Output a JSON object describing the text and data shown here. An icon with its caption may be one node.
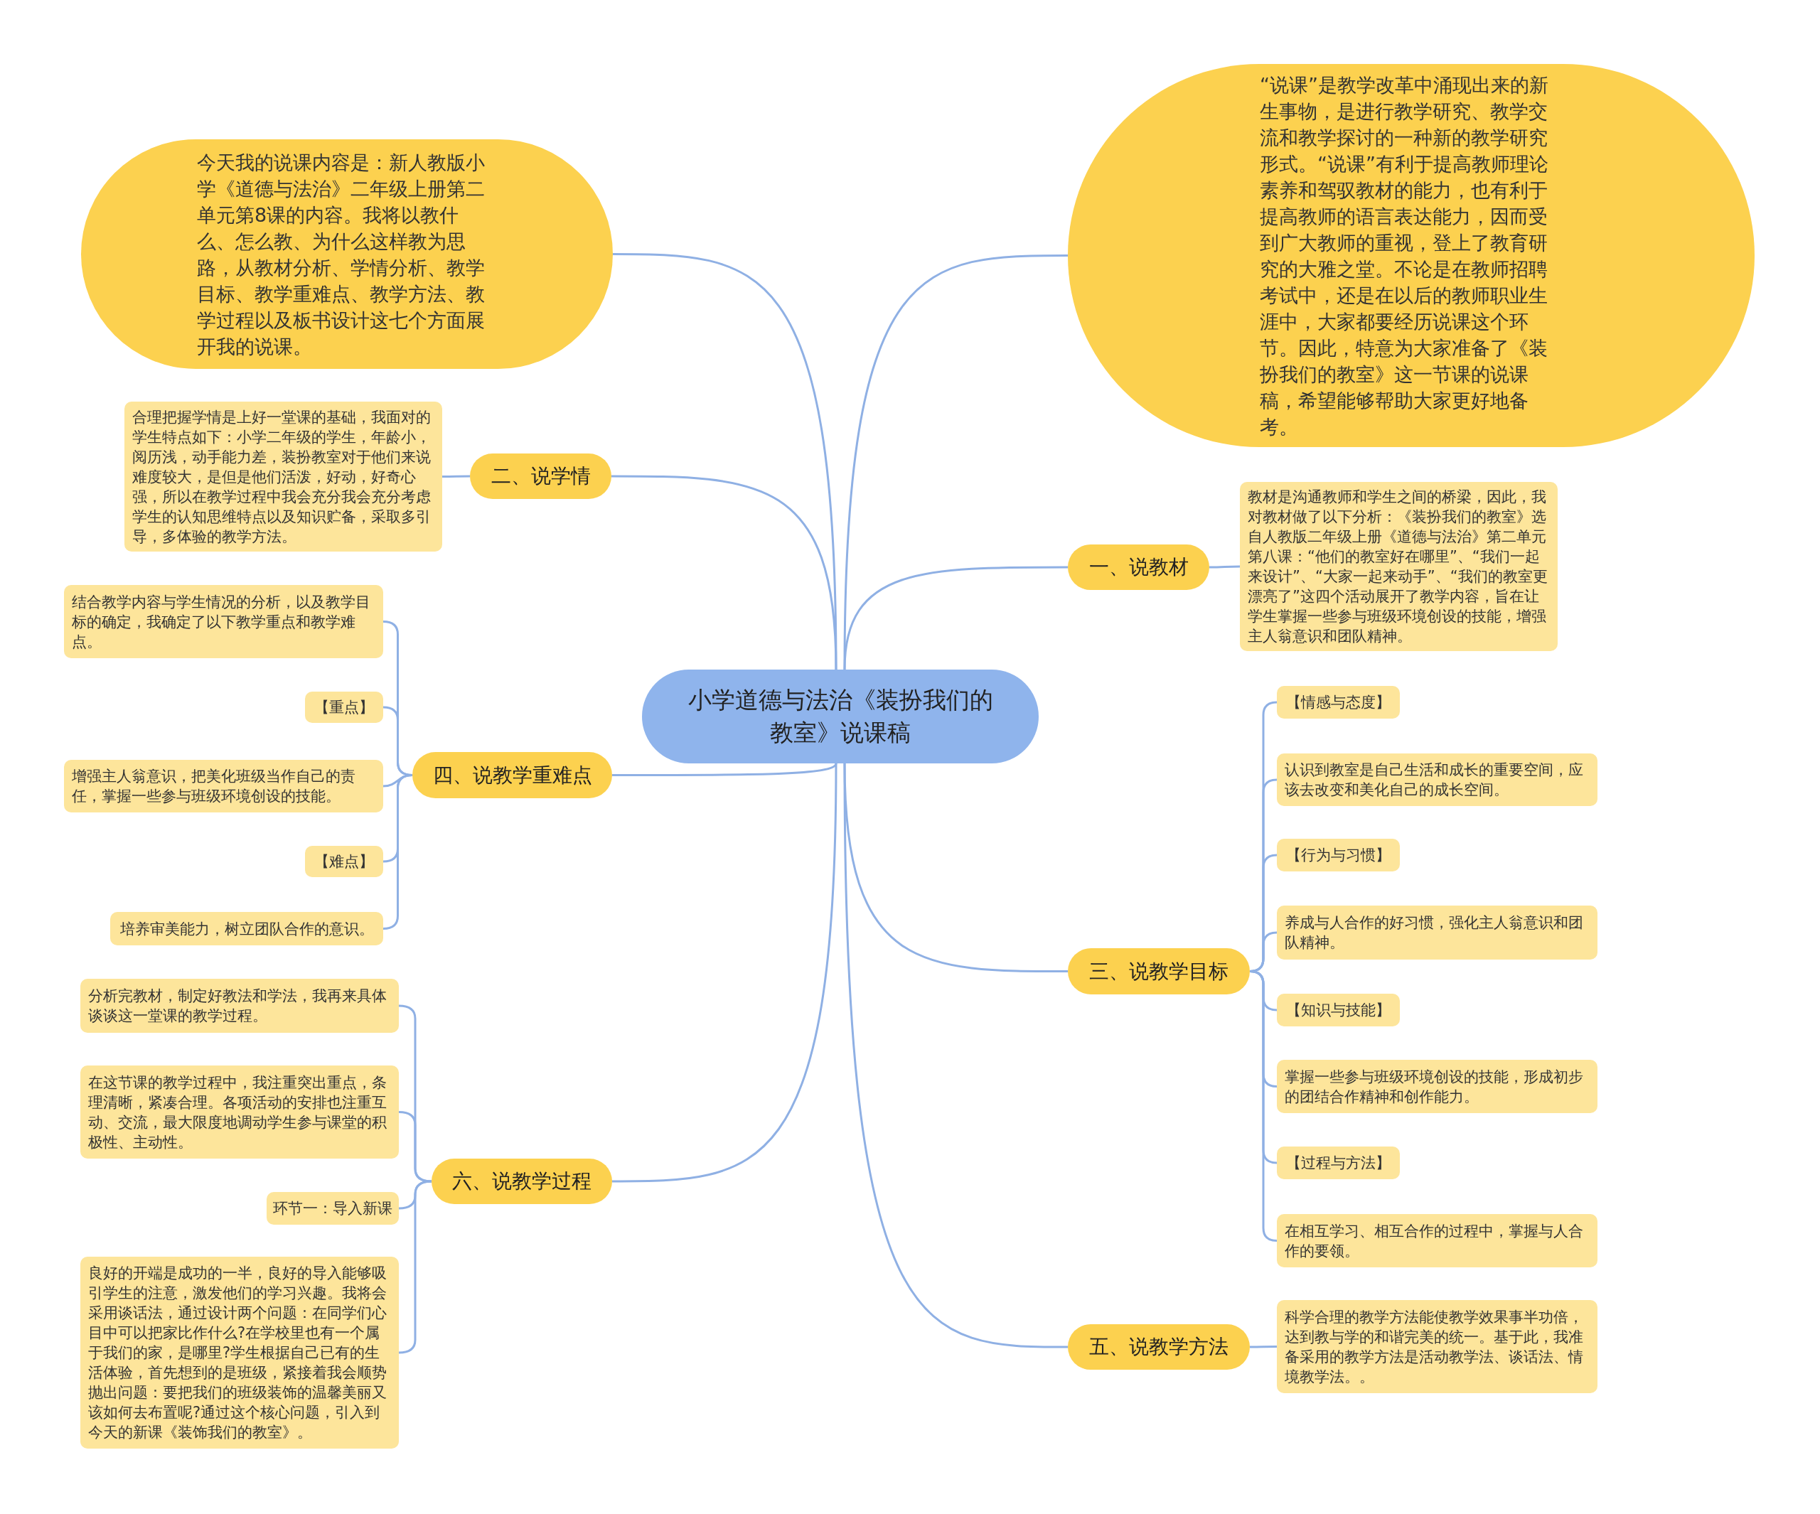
{
  "diagram": {
    "nodes": [
      {
        "text": [
          "小学道德与法治《装扮我们的教室》说课稿"
        ]
      },
      {
        "text": [
          "今天我的说课内容是：新人教版小学《道德与法治》二年级上册第二单元第8课的内容。我将以教什么、怎么教、为什么这样教为思路，从教材分析、学情分析、教学目标、教学重难点、教学方法、教学过程以及板书设计这七个方面展开我的说课。"
        ]
      },
      {
        "text": [
          "“说课”是教学改革中涌现出来的新生事物，是进行教学研究、教学交流和教学探讨的一种新的教学研究形式。“说课”有利于提高教师理论素养和驾驭教材的能力，也有利于提高教师的语言表达能力，因而受到广大教师的重视，登上了教育研究的大雅之堂。不论是在教师招聘考试中，还是在以后的教师职业生涯中，大家都要经历说课这个环节。因此，特意为大家准备了《装扮我们的教室》这一节课的说课稿，希望能够帮助大家更好地备考。"
        ]
      },
      {
        "text": [
          "二、说学情"
        ]
      },
      {
        "text": [
          "合理把握学情是上好一堂课的基础，我面对的学生特点如下：小学二年级的学生，年龄小，阅历浅，动手能力差，装扮教室对于他们来说难度较大，是但是他们活泼，好动，好奇心强，所以在教学过程中我会充分我会充分考虑学生的认知思维特点以及知识贮备，采取多引导，多体验的教学方法。"
        ]
      },
      {
        "text": [
          "四、说教学重难点"
        ]
      },
      {
        "text": [
          "结合教学内容与学生情况的分析，以及教学目标的确定，我确定了以下教学重点和教学难点。"
        ]
      },
      {
        "text": [
          "【重点】"
        ]
      },
      {
        "text": [
          "增强主人翁意识，把美化班级当作自己的责任，掌握一些参与班级环境创设的技能。"
        ]
      },
      {
        "text": [
          "【难点】"
        ]
      },
      {
        "text": [
          "培养审美能力，树立团队合作的意识。"
        ]
      },
      {
        "text": [
          "六、说教学过程"
        ]
      },
      {
        "text": [
          "分析完教材，制定好教法和学法，我再来具体谈谈这一堂课的教学过程。"
        ]
      },
      {
        "text": [
          "在这节课的教学过程中，我注重突出重点，条理清晰，紧凑合理。各项活动的安排也注重互动、交流，最大限度地调动学生参与课堂的积极性、主动性。"
        ]
      },
      {
        "text": [
          "环节一：导入新课"
        ]
      },
      {
        "text": [
          "良好的开端是成功的一半，良好的导入能够吸引学生的注意，激发他们的学习兴趣。我将会采用谈话法，通过设计两个问题：在同学们心目中可以把家比作什么?在学校里也有一个属于我们的家，是哪里?学生根据自己已有的生活体验，首先想到的是班级，紧接着我会顺势抛出问题：要把我们的班级装饰的温馨美丽又该如何去布置呢?通过这个核心问题，引入到今天的新课《装饰我们的教室》。"
        ]
      },
      {
        "text": [
          "一、说教材"
        ]
      },
      {
        "text": [
          "教材是沟通教师和学生之间的桥梁，因此，我对教材做了以下分析：《装扮我们的教室》选自人教版二年级上册《道德与法治》第二单元第八课：“他们的教室好在哪里”、“我们一起来设计”、“大家一起来动手”、“我们的教室更漂亮了”这四个活动展开了教学内容，旨在让学生掌握一些参与班级环境创设的技能，增强主人翁意识和团队精神。"
        ]
      },
      {
        "text": [
          "三、说教学目标"
        ]
      },
      {
        "text": [
          "【情感与态度】"
        ]
      },
      {
        "text": [
          "认识到教室是自己生活和成长的重要空间，应该去改变和美化自己的成长空间。"
        ]
      },
      {
        "text": [
          "【行为与习惯】"
        ]
      },
      {
        "text": [
          "养成与人合作的好习惯，强化主人翁意识和团队精神。"
        ]
      },
      {
        "text": [
          "【知识与技能】"
        ]
      },
      {
        "text": [
          "掌握一些参与班级环境创设的技能，形成初步的团结合作精神和创作能力。"
        ]
      },
      {
        "text": [
          "【过程与方法】"
        ]
      },
      {
        "text": [
          "在相互学习、相互合作的过程中，掌握与人合作的要领。"
        ]
      },
      {
        "text": [
          "五、说教学方法"
        ]
      },
      {
        "text": [
          "科学合理的教学方法能使教学效果事半功倍，达到教与学的和谐完美的统一。基于此，我准备采用的教学方法是活动教学法、谈话法、情境教学法。。"
        ]
      }
    ],
    "edges": [
      {
        "from": 0,
        "to": 1,
        "arrow": "none"
      },
      {
        "from": 0,
        "to": 2,
        "arrow": "none"
      },
      {
        "from": 0,
        "to": 3,
        "arrow": "none"
      },
      {
        "from": 3,
        "to": 4,
        "arrow": "none"
      },
      {
        "from": 0,
        "to": 5,
        "arrow": "none"
      },
      {
        "from": 5,
        "to": 6,
        "arrow": "none"
      },
      {
        "from": 5,
        "to": 7,
        "arrow": "none"
      },
      {
        "from": 5,
        "to": 8,
        "arrow": "none"
      },
      {
        "from": 5,
        "to": 9,
        "arrow": "none"
      },
      {
        "from": 5,
        "to": 10,
        "arrow": "none"
      },
      {
        "from": 0,
        "to": 11,
        "arrow": "none"
      },
      {
        "from": 11,
        "to": 12,
        "arrow": "none"
      },
      {
        "from": 11,
        "to": 13,
        "arrow": "none"
      },
      {
        "from": 11,
        "to": 14,
        "arrow": "none"
      },
      {
        "from": 11,
        "to": 15,
        "arrow": "none"
      },
      {
        "from": 0,
        "to": 16,
        "arrow": "none"
      },
      {
        "from": 16,
        "to": 17,
        "arrow": "none"
      },
      {
        "from": 0,
        "to": 18,
        "arrow": "none"
      },
      {
        "from": 18,
        "to": 19,
        "arrow": "none"
      },
      {
        "from": 18,
        "to": 20,
        "arrow": "none"
      },
      {
        "from": 18,
        "to": 21,
        "arrow": "none"
      },
      {
        "from": 18,
        "to": 22,
        "arrow": "none"
      },
      {
        "from": 18,
        "to": 23,
        "arrow": "none"
      },
      {
        "from": 18,
        "to": 24,
        "arrow": "none"
      },
      {
        "from": 18,
        "to": 25,
        "arrow": "none"
      },
      {
        "from": 18,
        "to": 26,
        "arrow": "none"
      },
      {
        "from": 0,
        "to": 27,
        "arrow": "none"
      },
      {
        "from": 27,
        "to": 28,
        "arrow": "none"
      }
    ]
  }
}
